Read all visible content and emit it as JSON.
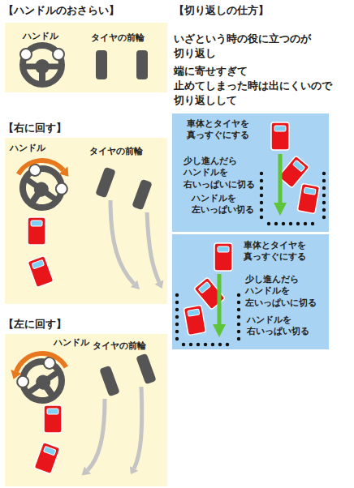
{
  "diagram": {
    "nodes": [
      {
        "text": [
          "【ハンドルのおさらい】",
          "ハンドル",
          "タイヤの前輪"
        ]
      },
      {
        "text": [
          "【右に回す】",
          "ハンドル",
          "タイヤの前輪"
        ]
      },
      {
        "text": [
          "【左に回す】",
          "ハンドル",
          "タイヤの前輪"
        ]
      },
      {
        "text": [
          "車体とタイヤを 真っすぐにする",
          "少し進んだら ハンドルを 右いっぱいに切る",
          "ハンドルを 左いっぱい切る"
        ]
      },
      {
        "text": [
          "車体とタイヤを 真っすぐにする",
          "少し進んだら ハンドルを 左いっぱいに切る",
          "ハンドルを 右いっぱい切る"
        ]
      }
    ],
    "labels": [
      "【切り返しの仕方】",
      "いざという時の役に立つのが",
      "切り返し",
      "端に寄せすぎて",
      "止めてしまった時は出にくいので",
      "切り返しして"
    ]
  }
}
